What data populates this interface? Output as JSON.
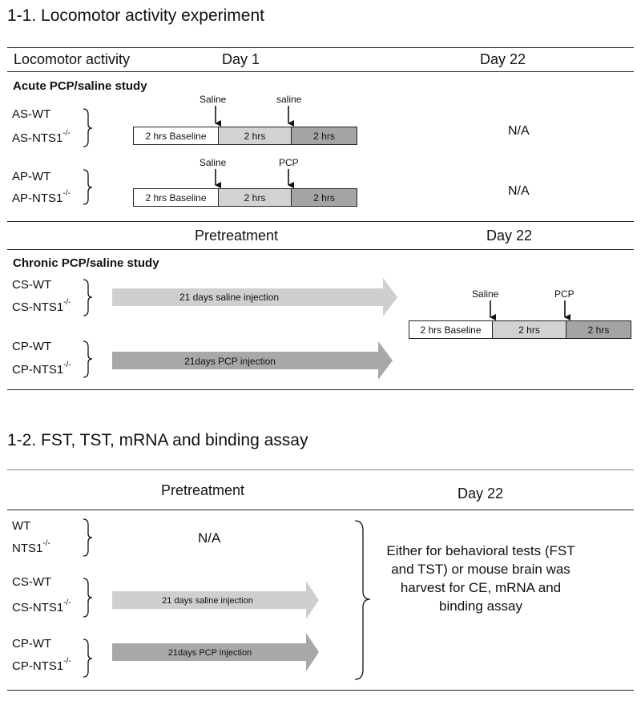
{
  "section1": {
    "title": "1-1.   Locomotor activity experiment",
    "header": {
      "col1": "Locomotor activity",
      "col2": "Day 1",
      "col3": "Day 22"
    },
    "acute": {
      "label": "Acute PCP/saline study",
      "row1": {
        "top_label": "AS-WT",
        "bottom_label": "AS-NTS1",
        "bottom_sup": "-/-",
        "arrow1": "Saline",
        "arrow2": "saline",
        "na": "N/A"
      },
      "row2": {
        "top_label": "AP-WT",
        "bottom_label": "AP-NTS1",
        "bottom_sup": "-/-",
        "arrow1": "Saline",
        "arrow2": "PCP",
        "na": "N/A"
      }
    },
    "header2": {
      "col2": "Pretreatment",
      "col3": "Day 22"
    },
    "chronic": {
      "label": "Chronic PCP/saline study",
      "rowCS": {
        "top_label": "CS-WT",
        "bottom_label": "CS-NTS1",
        "bottom_sup": "-/-",
        "arrow_text": "21 days saline injection"
      },
      "rowCP": {
        "top_label": "CP-WT",
        "bottom_label": "CP-NTS1",
        "bottom_sup": "-/-",
        "arrow_text": "21days PCP injection"
      },
      "day22": {
        "arrow1": "Saline",
        "arrow2": "PCP"
      }
    },
    "timeline": {
      "baseline": "2 hrs Baseline",
      "seg2": "2 hrs",
      "seg3": "2 hrs"
    }
  },
  "section2": {
    "title": "1-2.   FST, TST, mRNA and binding assay",
    "header": {
      "col2": "Pretreatment",
      "col3": "Day 22"
    },
    "rowWT": {
      "top_label": "WT",
      "bottom_label": "NTS1",
      "bottom_sup": "-/-",
      "na": "N/A"
    },
    "rowCS": {
      "top_label": "CS-WT",
      "bottom_label": "CS-NTS1",
      "bottom_sup": "-/-",
      "arrow_text": "21 days saline injection"
    },
    "rowCP": {
      "top_label": "CP-WT",
      "bottom_label": "CP-NTS1",
      "bottom_sup": "-/-",
      "arrow_text": "21days PCP injection"
    },
    "outcome": "Either for behavioral tests (FST and TST) or mouse brain was harvest for CE, mRNA and binding assay"
  },
  "colors": {
    "line": "#222222",
    "arrow_light": "#cfcfcf",
    "arrow_dark": "#a8a8a8",
    "seg_light": "#d2d2d2",
    "seg_dark": "#a4a4a4"
  }
}
